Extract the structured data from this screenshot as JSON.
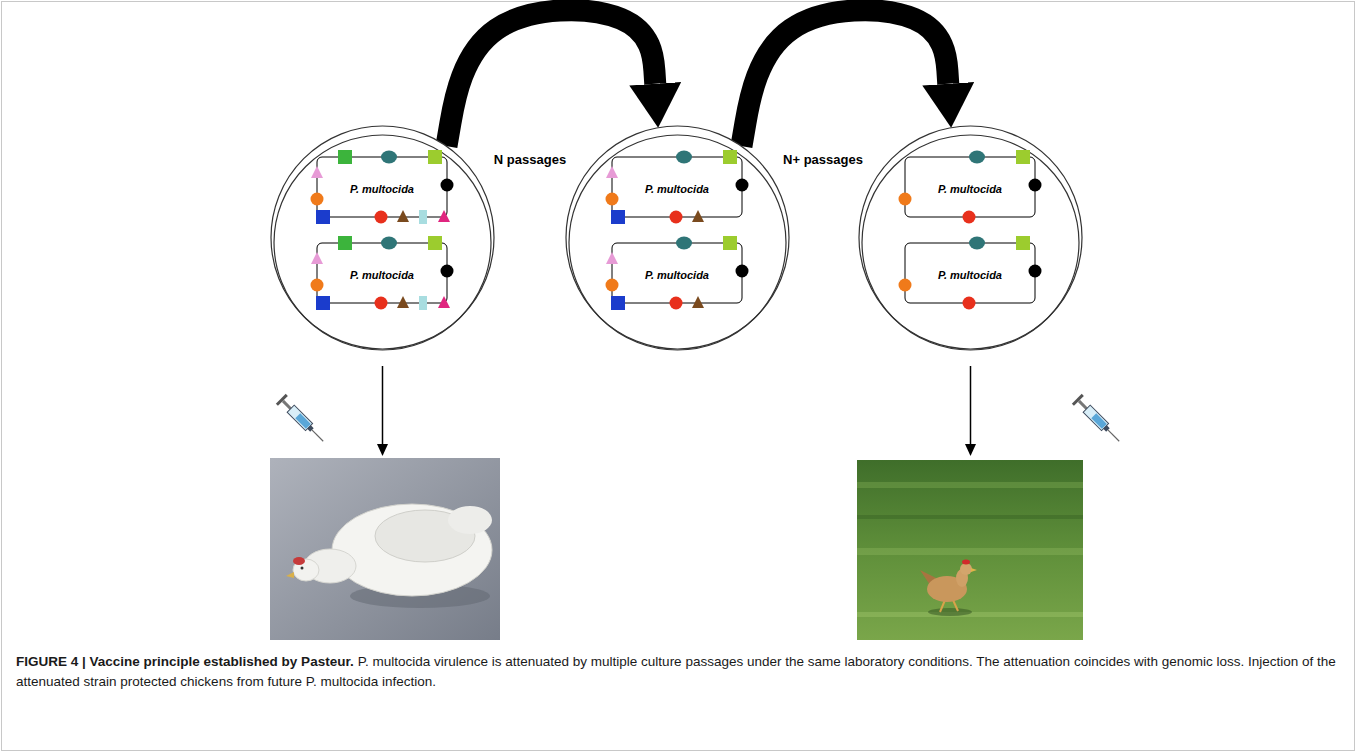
{
  "diagram": {
    "title": "FIGURE 4 | Vaccine principle established by Pasteur.",
    "caption": "P. multocida virulence is attenuated by multiple culture passages under the same laboratory conditions. The attenuation coincides with genomic loss. Injection of the attenuated strain protected chickens from future P. multocida infection.",
    "nodes": [
      {
        "text": []
      },
      {
        "text": [
          "P. multocida"
        ],
        "in": 0
      },
      {
        "text": [
          "P. multocida"
        ],
        "in": 0
      },
      {
        "text": []
      },
      {
        "text": [
          "P. multocida"
        ],
        "in": 3
      },
      {
        "text": [
          "P. multocida"
        ],
        "in": 3
      },
      {
        "text": []
      },
      {
        "text": [
          "P. multocida"
        ],
        "in": 6
      },
      {
        "text": [
          "P. multocida"
        ],
        "in": 6
      }
    ],
    "edges": [
      {
        "from": 0,
        "to": 3,
        "arrow": "to",
        "label": "N passages"
      },
      {
        "from": 3,
        "to": 6,
        "arrow": "to",
        "label": "N+ passages"
      }
    ]
  }
}
